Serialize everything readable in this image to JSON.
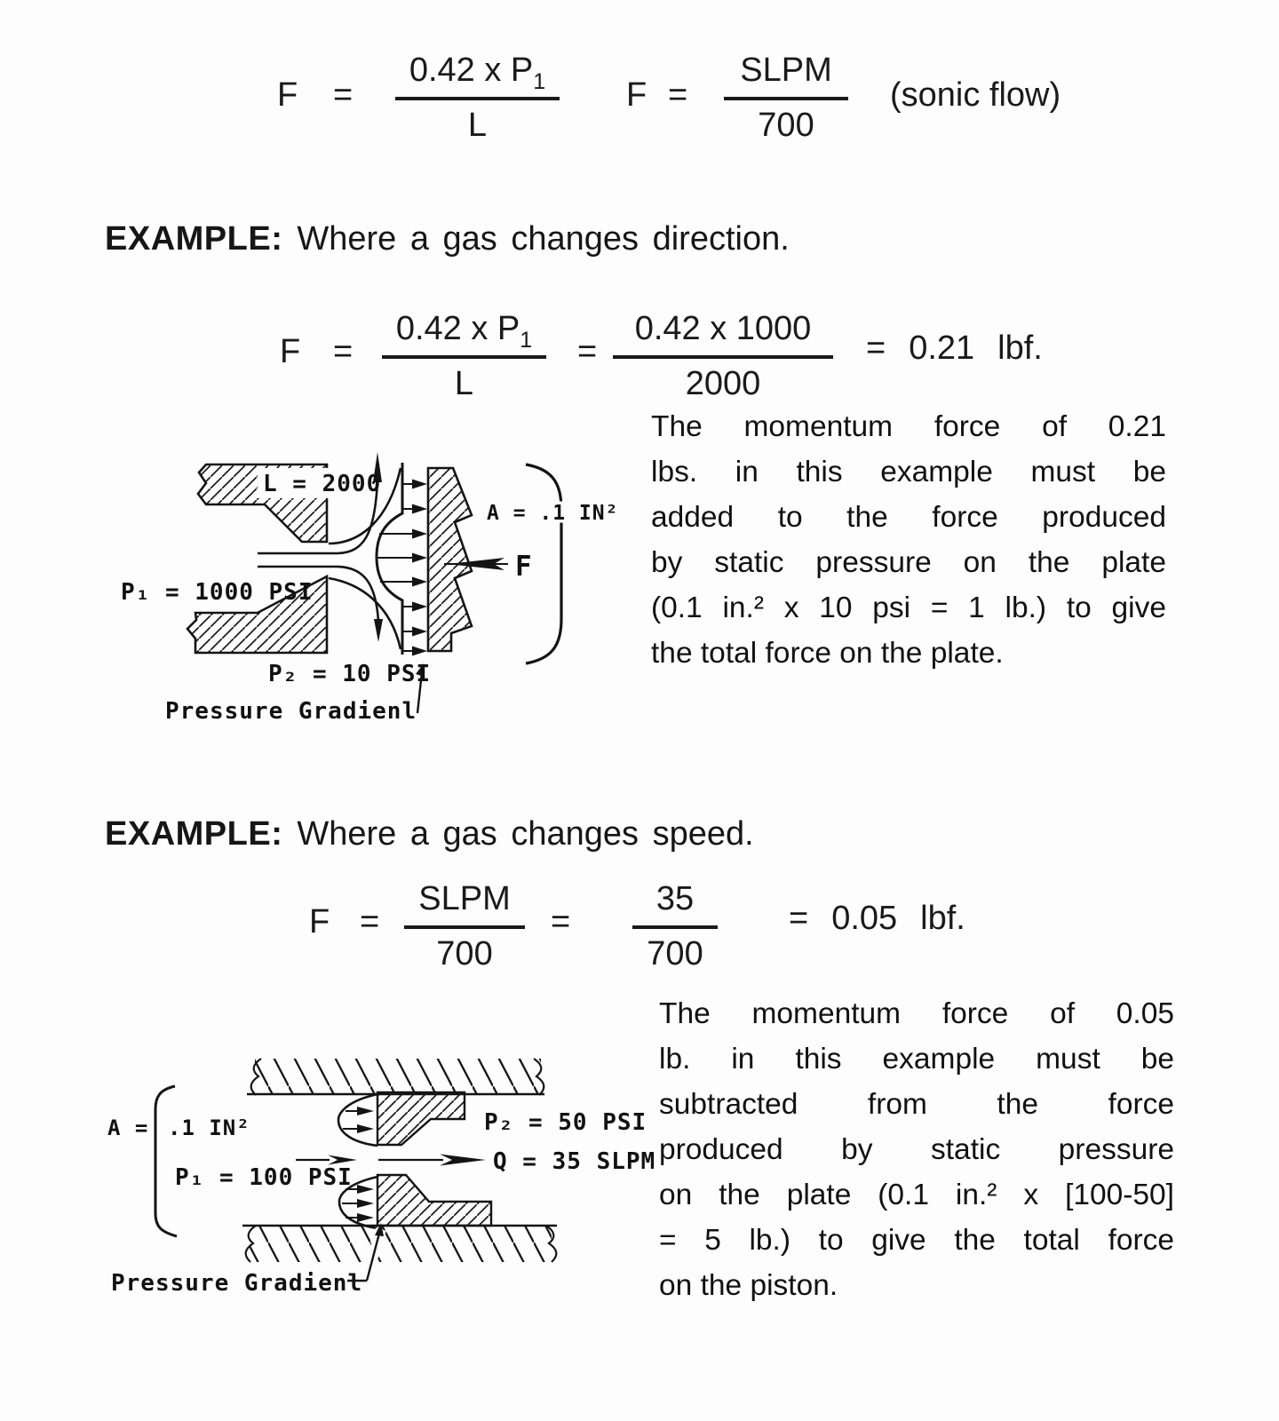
{
  "page": {
    "background": "#fdfdfd",
    "ink": "#161616"
  },
  "equations": {
    "sonic_pair": {
      "f": "F",
      "eq": "=",
      "frac1": {
        "num_main": "0.42 x P",
        "num_sub": "1",
        "den": "L"
      },
      "f2": "F",
      "eq2": "=",
      "frac2": {
        "num": "SLPM",
        "den": "700"
      },
      "note": "(sonic flow)"
    },
    "direction": {
      "f": "F",
      "eq": "=",
      "frac1": {
        "num_main": "0.42 x P",
        "num_sub": "1",
        "den": "L"
      },
      "eq2": "=",
      "frac2": {
        "num": "0.42 x 1000",
        "den": "2000"
      },
      "result_eq": "=",
      "result_val": "0.21",
      "result_unit": "lbf."
    },
    "speed": {
      "f": "F",
      "eq": "=",
      "frac1": {
        "num": "SLPM",
        "den": "700"
      },
      "eq2": "=",
      "frac2": {
        "num": "35",
        "den": "700"
      },
      "result_eq": "=",
      "result_val": "0.05",
      "result_unit": "lbf."
    }
  },
  "example1": {
    "label": "EXAMPLE:",
    "text": "Where a gas changes direction."
  },
  "example2": {
    "label": "EXAMPLE:",
    "text": "Where a gas changes speed."
  },
  "paragraph1": {
    "lines": [
      "The momentum force of 0.21",
      "lbs. in this example must be",
      "added to the force produced",
      "by static pressure on the plate",
      "(0.1 in.² x 10 psi = 1 lb.) to give",
      "the total force on the plate."
    ]
  },
  "paragraph2": {
    "lines": [
      "The momentum force of 0.05",
      "lb. in this example must be",
      "subtracted from the force",
      "produced by static pressure",
      "on the plate (0.1 in.² x [100-50]",
      "= 5 lb.) to give the total force",
      "on the piston."
    ]
  },
  "diagram1": {
    "labels": {
      "l": "L = 2000",
      "p1": "P₁ = 1000 PSI",
      "p2": "P₂ = 10 PSI",
      "area": "A = .1 IN²",
      "force": "F",
      "gradient": "Pressure Gradienl"
    }
  },
  "diagram2": {
    "labels": {
      "area_left": "A =",
      "area_right": ".1 IN²",
      "p1": "P₁ = 100 PSI",
      "p2": "P₂ = 50 PSI",
      "flow": "Q = 35 SLPM",
      "gradient": "Pressure Gradienl"
    }
  }
}
